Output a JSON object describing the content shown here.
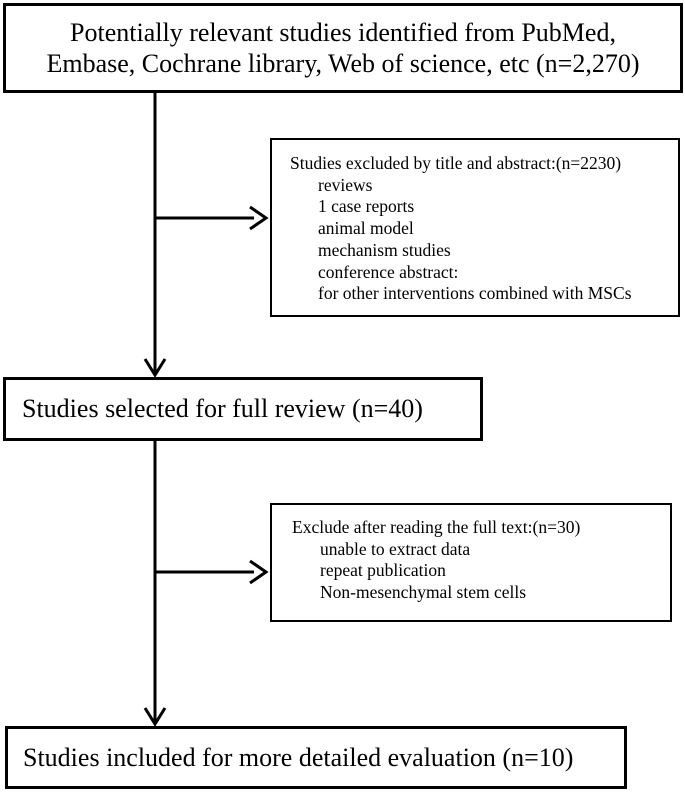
{
  "figure": {
    "type": "study-selection-flowchart",
    "colors": {
      "background": "#ffffff",
      "border": "#000000",
      "text": "#000000"
    }
  },
  "boxes": {
    "identified": {
      "line1": "Potentially relevant studies identified from PubMed,",
      "line2": "Embase, Cochrane library, Web of science, etc (n=2,270)"
    },
    "excluded_title_abstract": {
      "heading": "Studies excluded by title and abstract:(n=2230)",
      "items": [
        "reviews",
        "1 case reports",
        "animal model",
        "mechanism studies",
        "conference abstract:",
        "for other interventions combined with MSCs"
      ]
    },
    "full_review": {
      "label": "Studies selected for full review (n=40)"
    },
    "excluded_full_text": {
      "heading": "Exclude after reading the full text:(n=30)",
      "items": [
        "unable to extract data",
        "repeat publication",
        "Non-mesenchymal stem cells"
      ]
    },
    "included": {
      "label": "Studies included for more detailed evaluation (n=10)"
    }
  }
}
